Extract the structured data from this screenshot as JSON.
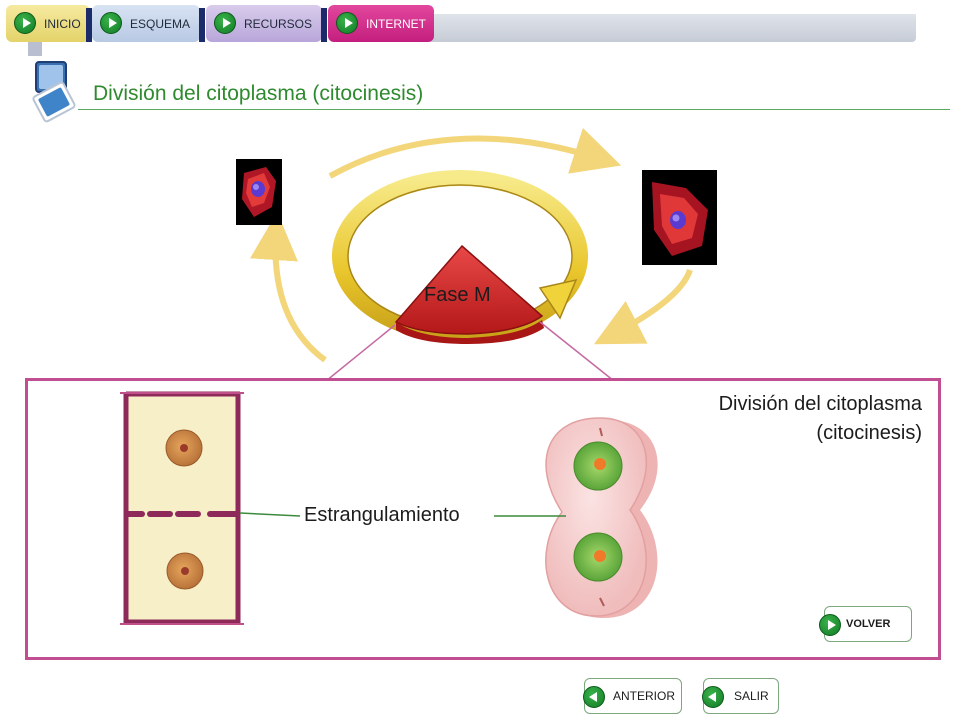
{
  "nav": {
    "tabs": [
      {
        "label": "INICIO"
      },
      {
        "label": "ESQUEMA"
      },
      {
        "label": "RECURSOS"
      },
      {
        "label": "INTERNET"
      }
    ]
  },
  "page": {
    "title": "División del citoplasma (citocinesis)"
  },
  "diagram": {
    "phase_label": "Fase M",
    "panel_title_line1": "División del citoplasma",
    "panel_title_line2": "(citocinesis)",
    "constriction_label": "Estrangulamiento"
  },
  "buttons": {
    "volver": "VOLVER",
    "anterior": "ANTERIOR",
    "salir": "SALIR"
  },
  "colors": {
    "accent_magenta": "#c04e90",
    "title_green": "#2f8a2f",
    "cycle_yellow": "#f3d33a",
    "phase_red": "#d62a2a"
  }
}
